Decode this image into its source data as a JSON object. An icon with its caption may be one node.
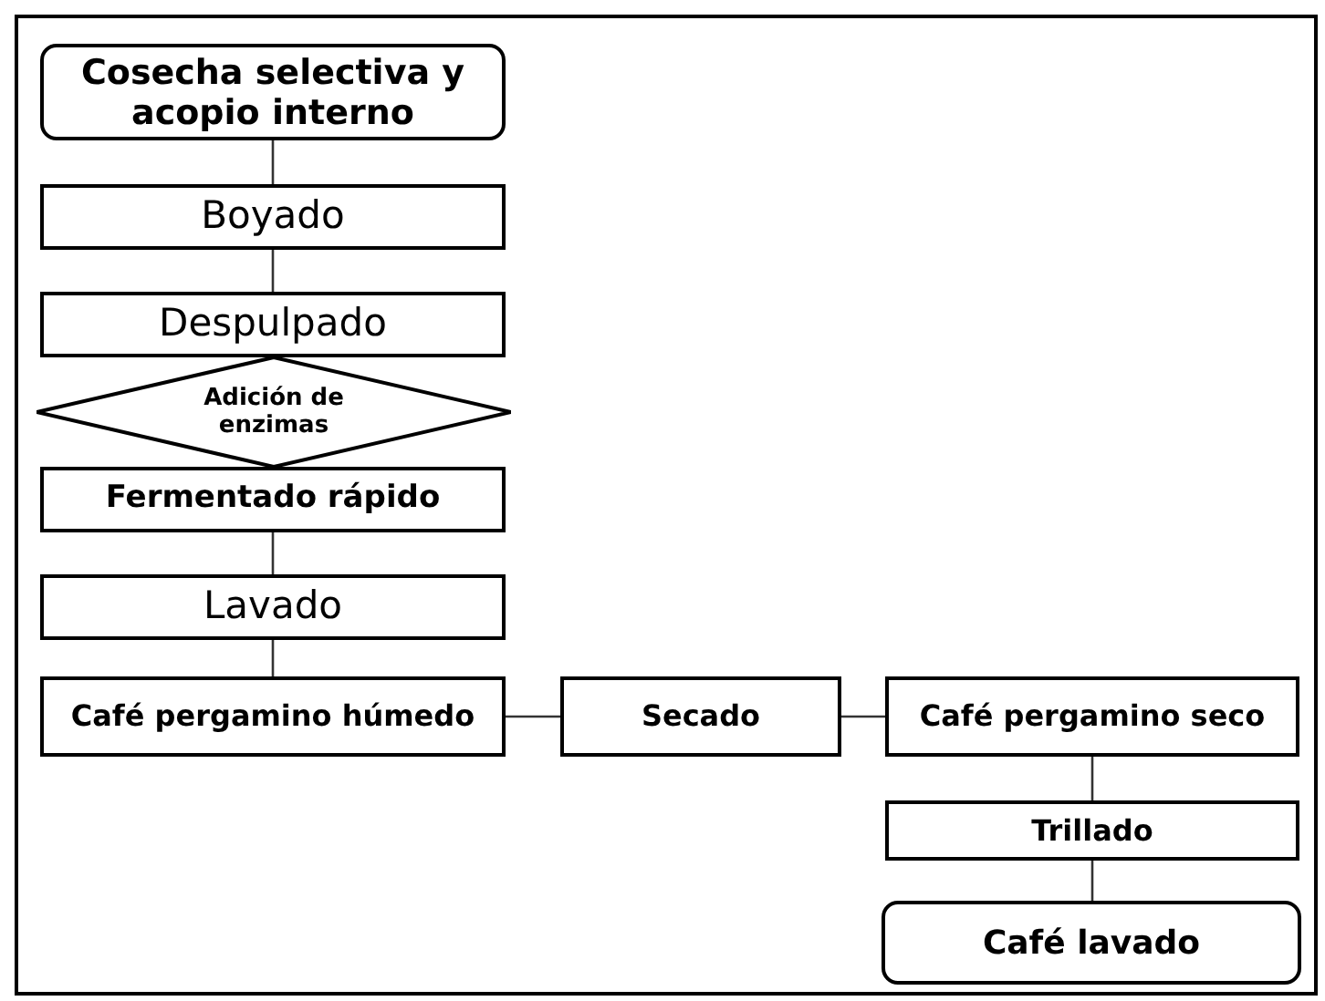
{
  "diagram": {
    "nodes": [
      {
        "text": [
          "Cosecha selectiva y acopio interno"
        ]
      },
      {
        "text": [
          "Boyado"
        ]
      },
      {
        "text": [
          "Despulpado"
        ]
      },
      {
        "text": [
          "Adición de enzimas"
        ]
      },
      {
        "text": [
          "Fermentado rápido"
        ]
      },
      {
        "text": [
          "Lavado"
        ]
      },
      {
        "text": [
          "Café pergamino húmedo"
        ]
      },
      {
        "text": [
          "Secado"
        ]
      },
      {
        "text": [
          "Café pergamino seco"
        ]
      },
      {
        "text": [
          "Trillado"
        ]
      },
      {
        "text": [
          "Café lavado"
        ]
      }
    ],
    "edges": [
      {
        "from": 0,
        "to": 1,
        "arrow": "none"
      },
      {
        "from": 1,
        "to": 2,
        "arrow": "none"
      },
      {
        "from": 4,
        "to": 5,
        "arrow": "none"
      },
      {
        "from": 5,
        "to": 6,
        "arrow": "none"
      },
      {
        "from": 6,
        "to": 7,
        "arrow": "none"
      },
      {
        "from": 7,
        "to": 8,
        "arrow": "none"
      },
      {
        "from": 8,
        "to": 9,
        "arrow": "none"
      },
      {
        "from": 9,
        "to": 10,
        "arrow": "none"
      }
    ]
  }
}
